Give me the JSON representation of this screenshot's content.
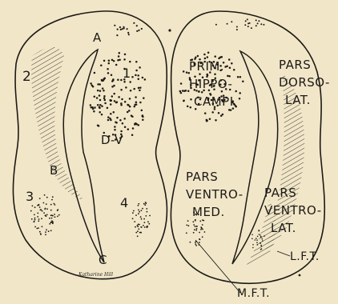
{
  "colors": {
    "background": "#f1e6c8",
    "ink": "#1c1a16"
  },
  "left_half": {
    "labels": {
      "a": "A",
      "one": "1",
      "two": "2",
      "three": "3",
      "four": "4",
      "b": "B",
      "c": "C",
      "dv": "D-V"
    }
  },
  "right_half": {
    "labels": {
      "prim_line1": "PRIM.",
      "prim_line2": "HIPPO-",
      "prim_line3": "CAMPI",
      "dorso_line1": "PARS",
      "dorso_line2": "DORSO-",
      "dorso_line3": "LAT.",
      "ventromed_line1": "PARS",
      "ventromed_line2": "VENTRO-",
      "ventromed_line3": "MED.",
      "ventrolat_line1": "PARS",
      "ventrolat_line2": "VENTRO-",
      "ventrolat_line3": "LAT.",
      "lft": "L.F.T.",
      "mft": "M.F.T."
    }
  },
  "signature": "Katharine Hill"
}
